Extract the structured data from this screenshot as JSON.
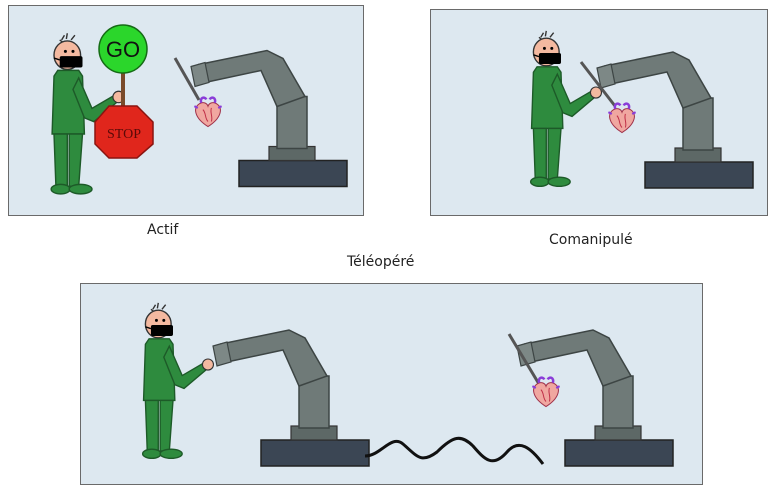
{
  "captions": {
    "active": "Actif",
    "comanipulated": "Comanipulé",
    "teleoperated": "Téléopéré"
  },
  "signs": {
    "go": "GO",
    "stop": "STOP"
  },
  "colors": {
    "panel_bg": "#dde8f0",
    "surgeon_green": "#2e8b3e",
    "robot_gray": "#6f7a78",
    "base_dark": "#3b4654",
    "go_green": "#2bd62b",
    "stop_red": "#e0261c"
  },
  "icons": [
    "surgeon-icon",
    "robot-arm-icon",
    "heart-icon",
    "go-sign-icon",
    "stop-sign-icon",
    "cable-icon"
  ]
}
